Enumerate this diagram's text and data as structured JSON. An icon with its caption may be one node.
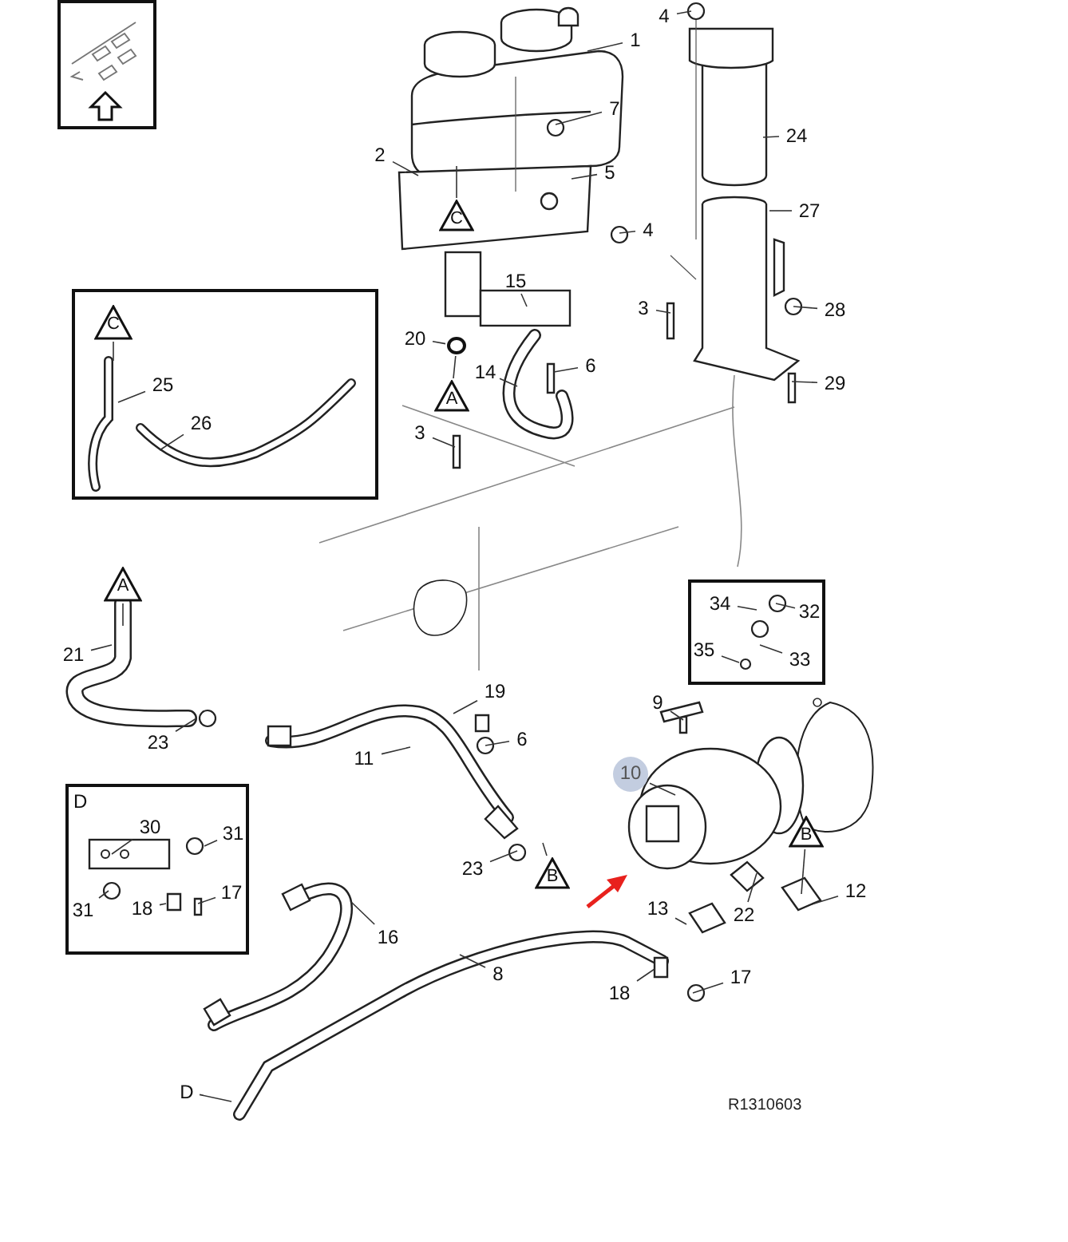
{
  "diagram": {
    "nodes": [
      {
        "text": [
          "1"
        ]
      },
      {
        "text": [
          "4"
        ]
      },
      {
        "text": [
          "7"
        ]
      },
      {
        "text": [
          "2"
        ]
      },
      {
        "text": [
          "5"
        ]
      },
      {
        "text": [
          "24"
        ]
      },
      {
        "text": [
          "27"
        ]
      },
      {
        "text": [
          "4"
        ]
      },
      {
        "text": [
          "C"
        ]
      },
      {
        "text": [
          "15"
        ]
      },
      {
        "text": [
          "3"
        ]
      },
      {
        "text": [
          "28"
        ]
      },
      {
        "text": [
          "20"
        ]
      },
      {
        "text": [
          "14"
        ]
      },
      {
        "text": [
          "6"
        ]
      },
      {
        "text": [
          "29"
        ]
      },
      {
        "text": [
          "A"
        ]
      },
      {
        "text": [
          "3"
        ]
      },
      {
        "text": [],
        "shape": "box"
      },
      {
        "text": [
          "C"
        ],
        "in": 18
      },
      {
        "text": [
          "25"
        ],
        "in": 18
      },
      {
        "text": [
          "26"
        ],
        "in": 18
      },
      {
        "text": [],
        "shape": "box"
      },
      {
        "text": [
          "34"
        ],
        "in": 22
      },
      {
        "text": [
          "32"
        ],
        "in": 22
      },
      {
        "text": [
          "35"
        ],
        "in": 22
      },
      {
        "text": [
          "33"
        ],
        "in": 22
      },
      {
        "text": [
          "A"
        ]
      },
      {
        "text": [
          "21"
        ]
      },
      {
        "text": [
          "19"
        ]
      },
      {
        "text": [
          "23"
        ]
      },
      {
        "text": [
          "6"
        ]
      },
      {
        "text": [
          "11"
        ]
      },
      {
        "text": [
          "9"
        ]
      },
      {
        "text": [
          "10"
        ]
      },
      {
        "text": [
          "D"
        ]
      },
      {
        "text": [
          "30"
        ],
        "in": 35
      },
      {
        "text": [
          "31"
        ],
        "in": 35
      },
      {
        "text": [
          "31"
        ],
        "in": 35
      },
      {
        "text": [
          "18"
        ],
        "in": 35
      },
      {
        "text": [
          "17"
        ],
        "in": 35
      },
      {
        "text": [
          "23"
        ]
      },
      {
        "text": [
          "B"
        ]
      },
      {
        "text": [
          "B"
        ]
      },
      {
        "text": [
          "16"
        ]
      },
      {
        "text": [
          "12"
        ]
      },
      {
        "text": [
          "13"
        ]
      },
      {
        "text": [
          "22"
        ]
      },
      {
        "text": [
          "8"
        ]
      },
      {
        "text": [
          "18"
        ]
      },
      {
        "text": [
          "17"
        ]
      },
      {
        "text": [
          "D"
        ]
      },
      {
        "text": [],
        "shape": "circle"
      }
    ],
    "edges": [
      {
        "from": 0,
        "to": null,
        "arrow": "none"
      },
      {
        "from": 1,
        "to": null,
        "arrow": "none"
      },
      {
        "from": 2,
        "to": null,
        "arrow": "none"
      },
      {
        "from": 3,
        "to": null,
        "arrow": "none"
      },
      {
        "from": 4,
        "to": null,
        "arrow": "none"
      },
      {
        "from": 5,
        "to": null,
        "arrow": "none"
      },
      {
        "from": 6,
        "to": null,
        "arrow": "none"
      },
      {
        "from": 7,
        "to": null,
        "arrow": "none"
      },
      {
        "from": 8,
        "to": null,
        "arrow": "none"
      },
      {
        "from": 9,
        "to": null,
        "arrow": "none"
      },
      {
        "from": 10,
        "to": null,
        "arrow": "none"
      },
      {
        "from": 11,
        "to": null,
        "arrow": "none"
      },
      {
        "from": 12,
        "to": 52,
        "arrow": "none"
      },
      {
        "from": 13,
        "to": null,
        "arrow": "none"
      },
      {
        "from": 14,
        "to": null,
        "arrow": "none"
      },
      {
        "from": 15,
        "to": null,
        "arrow": "none"
      },
      {
        "from": 16,
        "to": 52,
        "arrow": "none"
      },
      {
        "from": 17,
        "to": null,
        "arrow": "none"
      },
      {
        "from": 19,
        "to": null,
        "arrow": "none"
      },
      {
        "from": 20,
        "to": null,
        "arrow": "none"
      },
      {
        "from": 21,
        "to": null,
        "arrow": "none"
      },
      {
        "from": 23,
        "to": null,
        "arrow": "none"
      },
      {
        "from": 24,
        "to": null,
        "arrow": "none"
      },
      {
        "from": 25,
        "to": null,
        "arrow": "none"
      },
      {
        "from": 26,
        "to": null,
        "arrow": "none"
      },
      {
        "from": 27,
        "to": null,
        "arrow": "none"
      },
      {
        "from": 28,
        "to": null,
        "arrow": "none"
      },
      {
        "from": 29,
        "to": null,
        "arrow": "none"
      },
      {
        "from": 30,
        "to": null,
        "arrow": "none"
      },
      {
        "from": 31,
        "to": null,
        "arrow": "none"
      },
      {
        "from": 32,
        "to": null,
        "arrow": "none"
      },
      {
        "from": 33,
        "to": null,
        "arrow": "none"
      },
      {
        "from": 34,
        "to": null,
        "arrow": "none"
      },
      {
        "from": 36,
        "to": null,
        "arrow": "none"
      },
      {
        "from": 37,
        "to": null,
        "arrow": "none"
      },
      {
        "from": 38,
        "to": null,
        "arrow": "none"
      },
      {
        "from": 39,
        "to": null,
        "arrow": "none"
      },
      {
        "from": 40,
        "to": null,
        "arrow": "none"
      },
      {
        "from": 41,
        "to": null,
        "arrow": "none"
      },
      {
        "from": 42,
        "to": null,
        "arrow": "none"
      },
      {
        "from": 43,
        "to": null,
        "arrow": "none"
      },
      {
        "from": 44,
        "to": null,
        "arrow": "none"
      },
      {
        "from": 45,
        "to": null,
        "arrow": "none"
      },
      {
        "from": 46,
        "to": null,
        "arrow": "none"
      },
      {
        "from": 47,
        "to": null,
        "arrow": "none"
      },
      {
        "from": 48,
        "to": null,
        "arrow": "none"
      },
      {
        "from": 49,
        "to": null,
        "arrow": "none"
      },
      {
        "from": 50,
        "to": null,
        "arrow": "none"
      },
      {
        "from": 51,
        "to": null,
        "arrow": "none"
      }
    ],
    "labels": [
      "R1310603"
    ]
  }
}
